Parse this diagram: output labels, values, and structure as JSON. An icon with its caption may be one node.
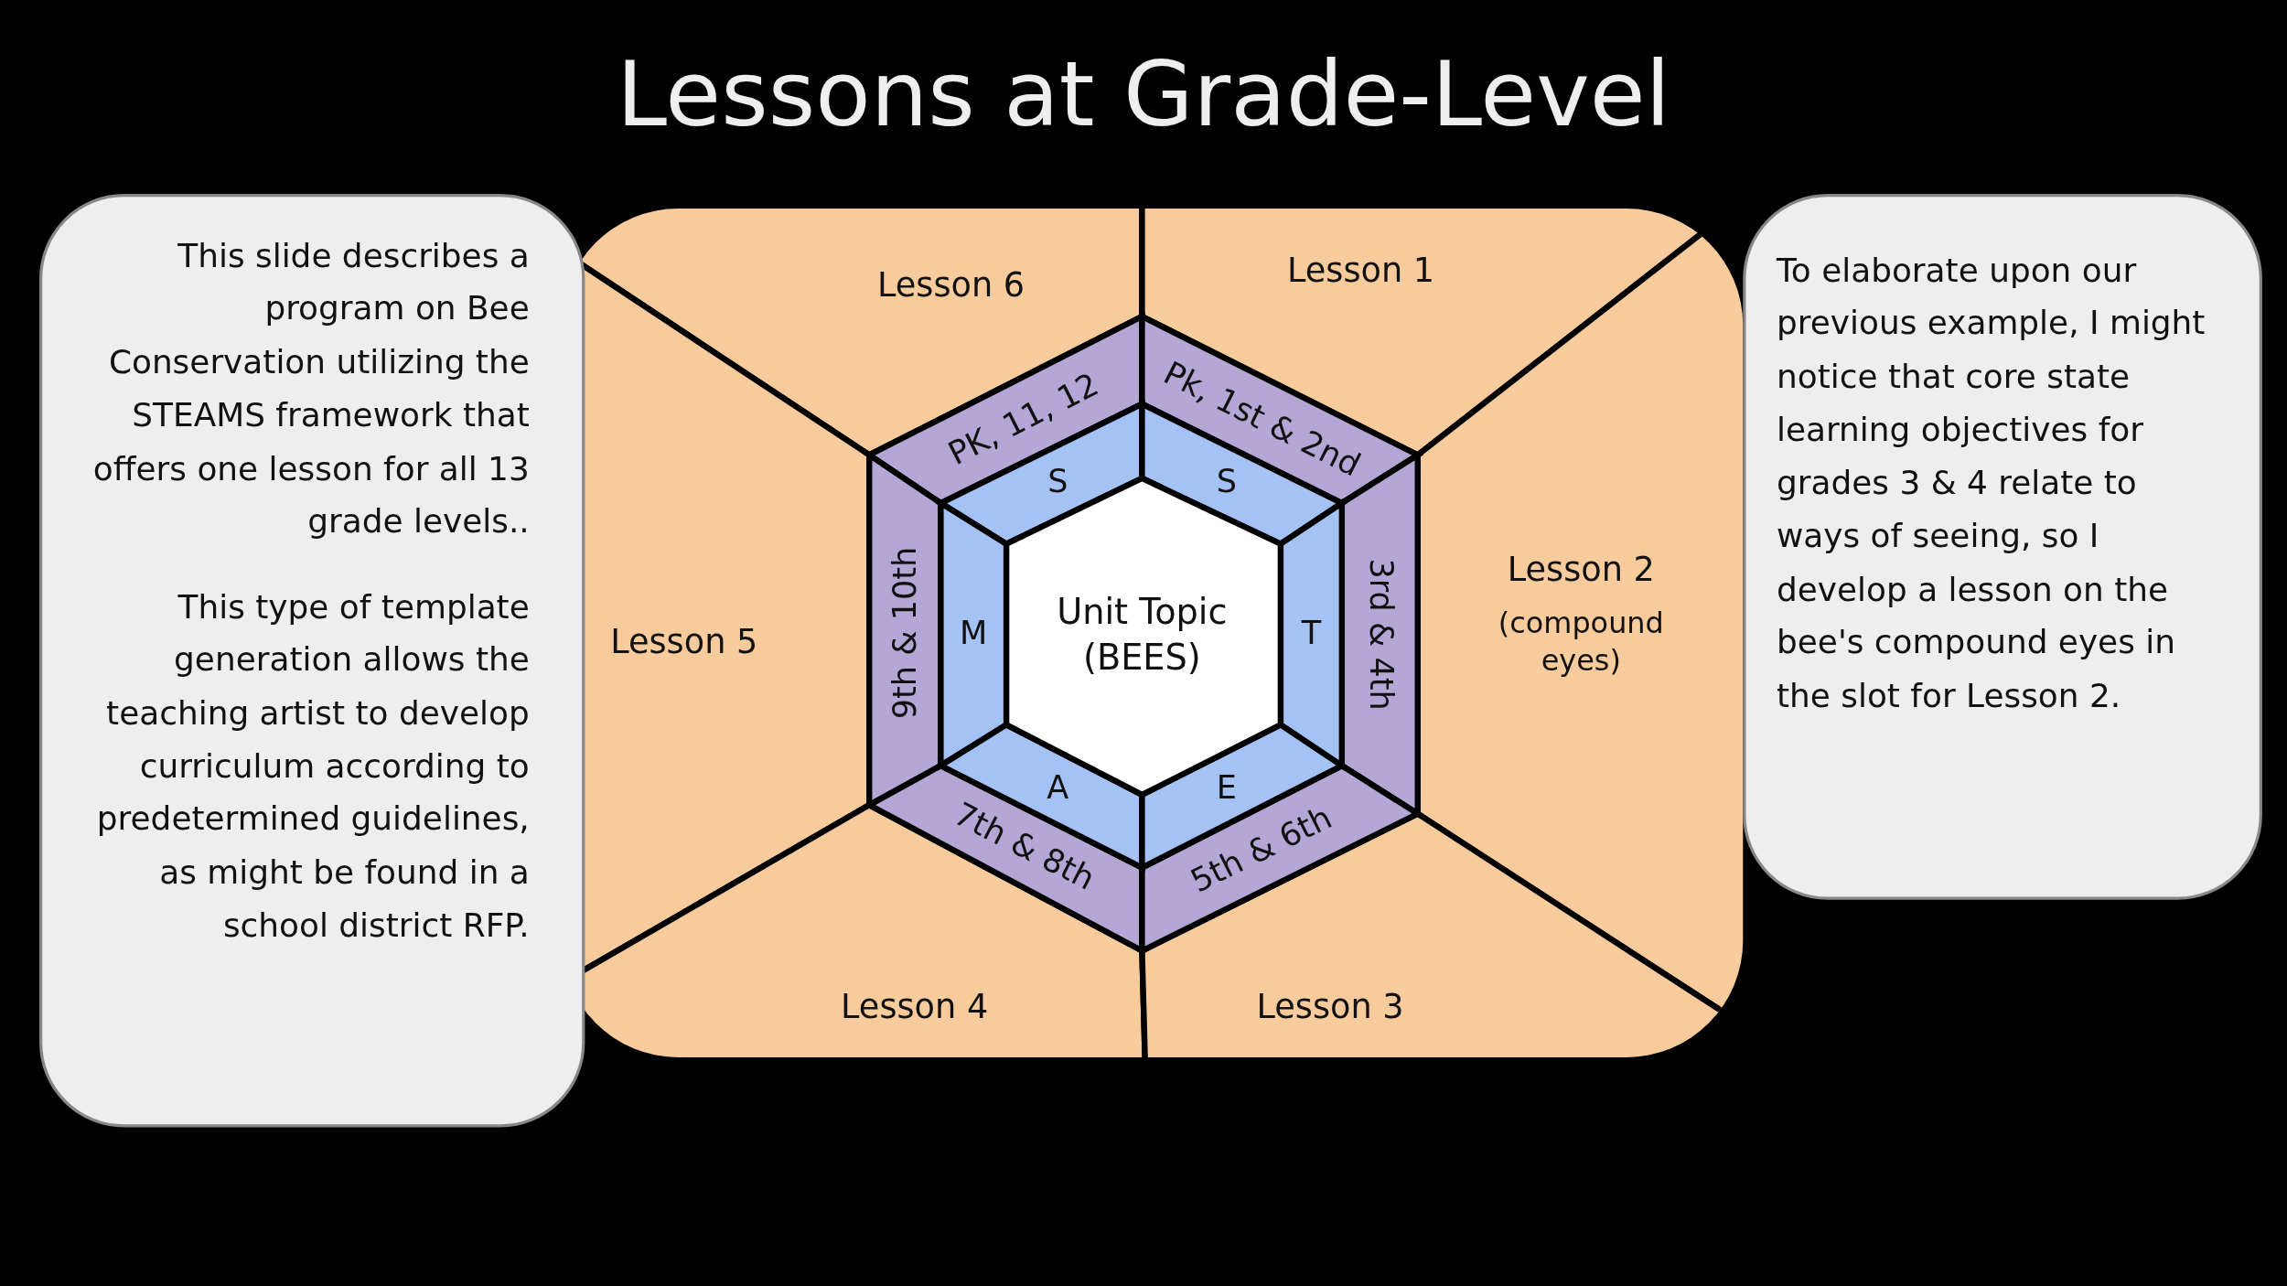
{
  "diagram": {
    "title": "Lessons at Grade-Level",
    "nodes": [
      {
        "text": [
          "This slide describes a program on Bee Conservation utilizing the STEAMS framework that offers one lesson for all 13 grade levels..",
          "This type of template generation allows the teaching artist to develop curriculum according to predetermined guidelines, as might be found in a school district RFP."
        ]
      },
      {
        "text": [
          "To elaborate upon our previous example, I might notice that core state learning objectives for grades 3 & 4 relate to ways of seeing, so I develop a lesson on the bee's compound eyes in the slot for Lesson 2."
        ]
      },
      {
        "text": [
          "Lesson 6"
        ]
      },
      {
        "text": [
          "Lesson 1"
        ]
      },
      {
        "text": [
          "Lesson 5"
        ]
      },
      {
        "text": [
          "Lesson 2",
          "(compound eyes)"
        ]
      },
      {
        "text": [
          "Lesson 4"
        ]
      },
      {
        "text": [
          "Lesson 3"
        ]
      },
      {
        "text": [
          "PK, 11, 12"
        ]
      },
      {
        "text": [
          "Pk, 1st & 2nd"
        ]
      },
      {
        "text": [
          "9th & 10th"
        ]
      },
      {
        "text": [
          "3rd & 4th"
        ]
      },
      {
        "text": [
          "7th & 8th"
        ]
      },
      {
        "text": [
          "5th & 6th"
        ]
      },
      {
        "text": [
          "S"
        ]
      },
      {
        "text": [
          "S"
        ]
      },
      {
        "text": [
          "M"
        ]
      },
      {
        "text": [
          "T"
        ]
      },
      {
        "text": [
          "A"
        ]
      },
      {
        "text": [
          "E"
        ]
      },
      {
        "text": [
          "Unit Topic (BEES)"
        ]
      }
    ]
  }
}
